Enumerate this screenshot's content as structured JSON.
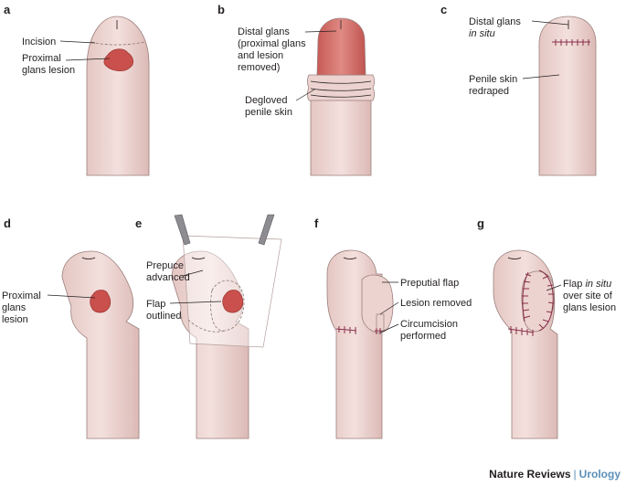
{
  "panels": {
    "a": {
      "letter": "a",
      "incision": "Incision",
      "lesion_l1": "Proximal",
      "lesion_l2": "glans lesion"
    },
    "b": {
      "letter": "b",
      "glans_l1": "Distal glans",
      "glans_l2": "(proximal glans",
      "glans_l3": "and lesion",
      "glans_l4": "removed)",
      "skin_l1": "Degloved",
      "skin_l2": "penile skin"
    },
    "c": {
      "letter": "c",
      "glans_l1": "Distal glans",
      "glans_l2": "in situ",
      "skin_l1": "Penile skin",
      "skin_l2": "redraped"
    },
    "d": {
      "letter": "d",
      "lesion_l1": "Proximal",
      "lesion_l2": "glans",
      "lesion_l3": "lesion"
    },
    "e": {
      "letter": "e",
      "prepuce_l1": "Prepuce",
      "prepuce_l2": "advanced",
      "flap_l1": "Flap",
      "flap_l2": "outlined"
    },
    "f": {
      "letter": "f",
      "flap": "Preputial flap",
      "lesion": "Lesion removed",
      "circ_l1": "Circumcision",
      "circ_l2": "performed"
    },
    "g": {
      "letter": "g",
      "flap_pre": "Flap ",
      "flap_it": "in situ",
      "flap_l2": "over site of",
      "flap_l3": "glans lesion"
    }
  },
  "credit": {
    "journal": "Nature Reviews",
    "separator": "|",
    "section": "Urology"
  },
  "colors": {
    "skin": "#ecd3cf",
    "glans": "#d9706a",
    "lesion": "#c9504c",
    "suture": "#8a2f4a",
    "accent": "#5b8fb8"
  }
}
